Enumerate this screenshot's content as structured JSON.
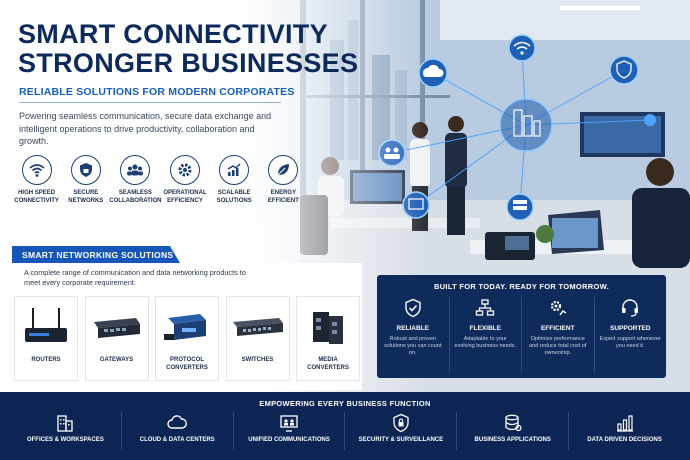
{
  "hero": {
    "title_line1": "SMART CONNECTIVITY",
    "title_line2": "STRONGER BUSINESSES",
    "subtitle": "RELIABLE SOLUTIONS FOR MODERN CORPORATES",
    "description": "Powering seamless communication, secure data exchange and intelligent operations to drive productivity, collaboration and growth."
  },
  "features": [
    {
      "icon": "wifi-icon",
      "line1": "HIGH SPEED",
      "line2": "CONNECTIVITY"
    },
    {
      "icon": "lock-icon",
      "line1": "SECURE",
      "line2": "NETWORKS"
    },
    {
      "icon": "people-icon",
      "line1": "SEAMLESS",
      "line2": "COLLABORATION"
    },
    {
      "icon": "gear-icon",
      "line1": "OPERATIONAL",
      "line2": "EFFICIENCY"
    },
    {
      "icon": "growth-chart-icon",
      "line1": "SCALABLE",
      "line2": "SOLUTIONS"
    },
    {
      "icon": "leaf-icon",
      "line1": "ENERGY",
      "line2": "EFFICIENT"
    }
  ],
  "networking": {
    "banner": "SMART NETWORKING SOLUTIONS",
    "description": "A complete range of communication and data networking products to meet every corporate requirement.",
    "products": [
      {
        "line1": "ROUTERS",
        "line2": ""
      },
      {
        "line1": "GATEWAYS",
        "line2": ""
      },
      {
        "line1": "PROTOCOL",
        "line2": "CONVERTERS"
      },
      {
        "line1": "SWITCHES",
        "line2": ""
      },
      {
        "line1": "MEDIA",
        "line2": "CONVERTERS"
      }
    ]
  },
  "built": {
    "title": "BUILT FOR TODAY. READY FOR TOMORROW.",
    "items": [
      {
        "icon": "shield-check-icon",
        "label": "RELIABLE",
        "desc": "Robust and proven solutions you can count on."
      },
      {
        "icon": "hierarchy-icon",
        "label": "FLEXIBLE",
        "desc": "Adaptable to your evolving business needs."
      },
      {
        "icon": "efficiency-gear-icon",
        "label": "EFFICIENT",
        "desc": "Optimize performance and reduce total cost of ownership."
      },
      {
        "icon": "headset-icon",
        "label": "SUPPORTED",
        "desc": "Expert support whenever you need it."
      }
    ]
  },
  "bottom": {
    "title": "EMPOWERING EVERY BUSINESS FUNCTION",
    "items": [
      {
        "icon": "building-icon",
        "label": "OFFICES & WORKSPACES"
      },
      {
        "icon": "cloud-icon",
        "label": "CLOUD & DATA CENTERS"
      },
      {
        "icon": "meeting-icon",
        "label": "UNIFIED COMMUNICATIONS"
      },
      {
        "icon": "security-lock-icon",
        "label": "SECURITY & SURVEILLANCE"
      },
      {
        "icon": "database-icon",
        "label": "BUSINESS APPLICATIONS"
      },
      {
        "icon": "bar-chart-icon",
        "label": "DATA DRIVEN DECISIONS"
      }
    ]
  },
  "colors": {
    "navy": "#0c2554",
    "panel_navy": "#0f2b5b",
    "accent_blue": "#1656b8",
    "title_navy": "#0d2a5a"
  }
}
